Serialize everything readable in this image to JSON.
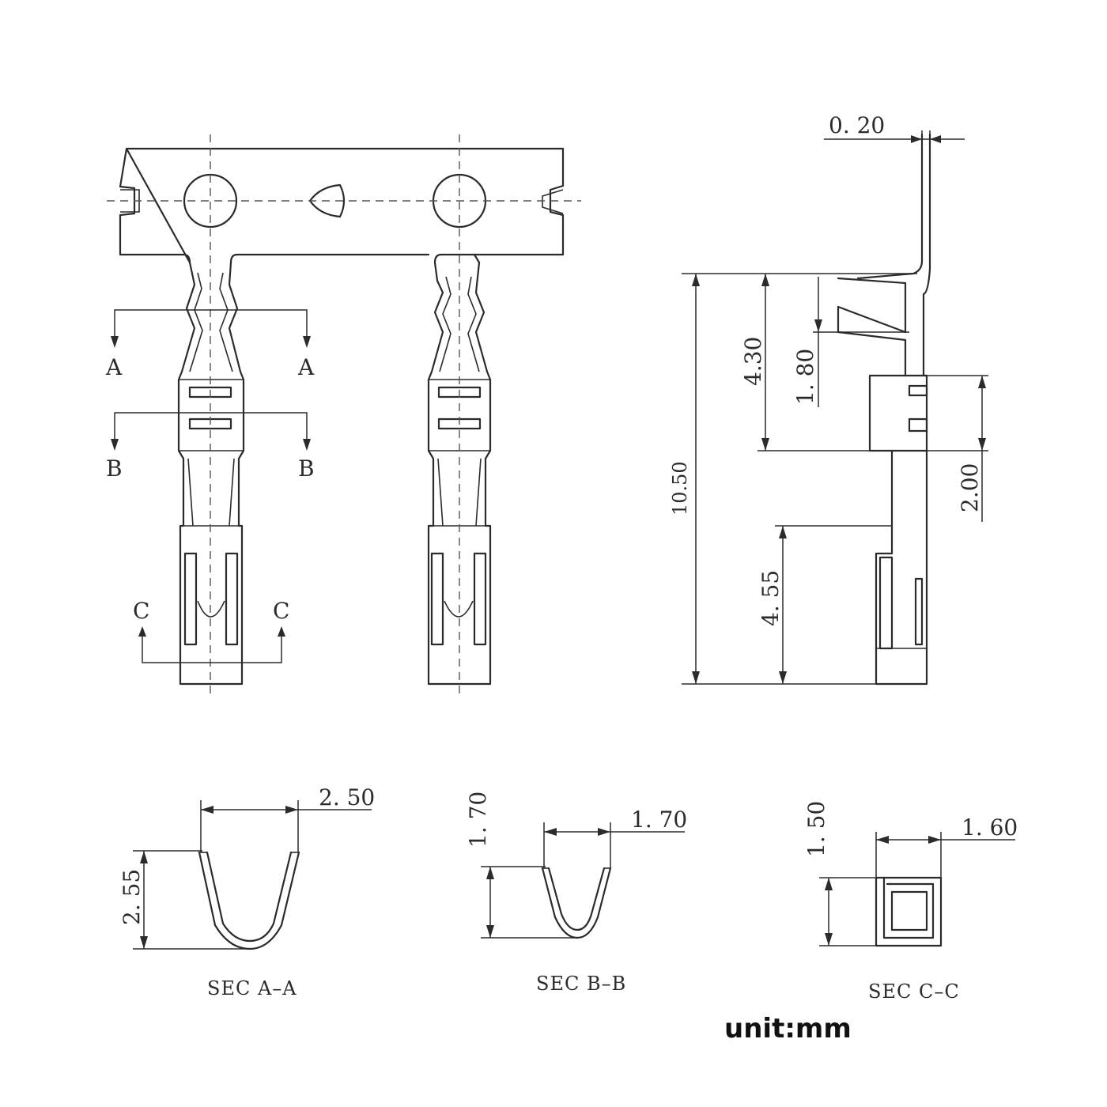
{
  "section_markers": {
    "a": "A",
    "b": "B",
    "c": "C"
  },
  "side_view": {
    "dim_thickness": "0. 20",
    "dim_total_length": "10.50",
    "dim_contact_length": "4.30",
    "dim_spring": "1. 80",
    "dim_window": "2.00",
    "dim_crimp": "4. 55"
  },
  "sections": {
    "a": {
      "label": "SEC  A–A",
      "dim_width": "2. 50",
      "dim_height": "2. 55"
    },
    "b": {
      "label": "SEC  B–B",
      "dim_width": "1. 70",
      "dim_height": "1. 70"
    },
    "c": {
      "label": "SEC  C–C",
      "dim_width": "1. 60",
      "dim_height": "1. 50"
    }
  },
  "unit_label": "unit:mm"
}
